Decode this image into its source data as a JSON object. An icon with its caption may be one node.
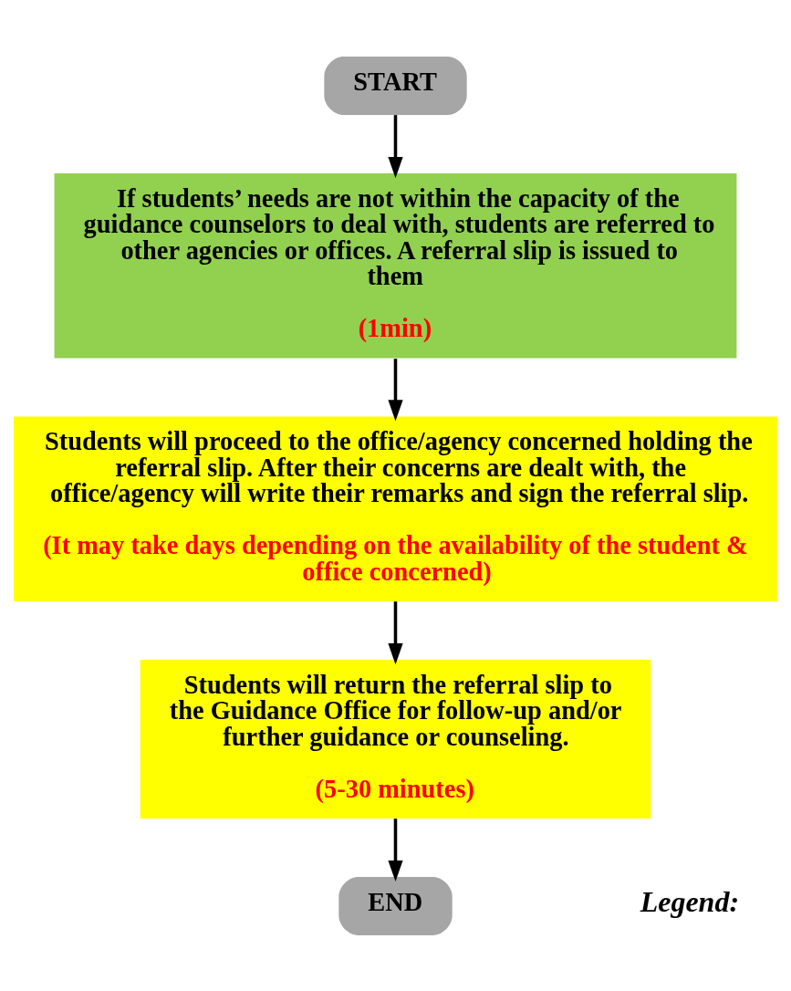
{
  "diagram": {
    "nodes": [
      {
        "text": [
          "START"
        ]
      },
      {
        "text": [
          "If students’ needs are not within the capacity of the guidance counselors to deal with, students are referred to other agencies or offices. A referral slip is issued to them",
          "(1min)"
        ]
      },
      {
        "text": [
          "Students will proceed to the office/agency concerned holding the referral slip. After their concerns are dealt with, the office/agency will write their remarks and sign the referral slip.",
          "(It may take days depending on the availability of the student & office concerned)"
        ]
      },
      {
        "text": [
          "Students will return the referral slip to the Guidance Office for follow-up and/or further guidance or counseling.",
          "(5-30 minutes)"
        ]
      },
      {
        "text": [
          "END"
        ]
      }
    ],
    "edges": [
      {
        "from": 0,
        "to": 1,
        "arrow": "to"
      },
      {
        "from": 1,
        "to": 2,
        "arrow": "to"
      },
      {
        "from": 2,
        "to": 3,
        "arrow": "to"
      },
      {
        "from": 3,
        "to": 4,
        "arrow": "to"
      }
    ],
    "labels": [
      "Legend:"
    ]
  }
}
